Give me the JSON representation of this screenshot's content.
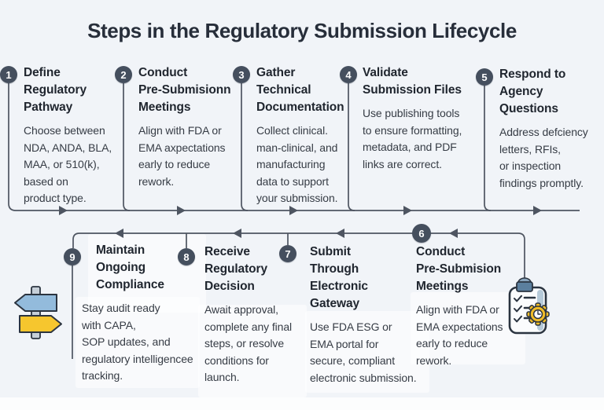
{
  "title": "Steps in the Regulatory Submission Lifecycle",
  "steps": [
    {
      "num": "1",
      "title": "Define\nRegulatory\nPathway",
      "desc": "Choose between\nNDA, ANDA, BLA,\nMAA, or 510(k),\nbased on\nproduct type."
    },
    {
      "num": "2",
      "title": "Conduct\nPre-Submisionn\nMeetings",
      "desc": "Align with FDA or\nEMA axpectations\nearly to reduce\nrework."
    },
    {
      "num": "3",
      "title": "Gather\nTechnical\nDocumentation",
      "desc": "Collect clinical.\nman-clinical, and\nmanufacturing\ndata to support\nyour submission."
    },
    {
      "num": "4",
      "title": "Validate\nSubmission Files",
      "desc": "Use publishing tools\nto ensure formatting,\nmetadata, and PDF\nlinks are correct."
    },
    {
      "num": "5",
      "title": "Respond to\nAgency\nQuestions",
      "desc": "Address defciency\nletters, RFIs,\nor inspection\nfindings promptly."
    },
    {
      "num": "6",
      "title": "Conduct\nPre-Submision\nMeetings",
      "desc": "Align with FDA or\nEMA expectations\nearly to reduce\nrework."
    },
    {
      "num": "7",
      "title": "Submit\nThrough\nElectronic\nGateway",
      "desc": "Use FDA ESG or\nEMA portal for\nsecure, compliant\nelectronic submission."
    },
    {
      "num": "8",
      "title": "Receive\nRegulatory\nDecision",
      "desc": "Await approval,\ncomplete any final\nsteps, or resolve\nconditions for\nlaunch."
    },
    {
      "num": "9",
      "title": "Maintain\nOngoing\nCompliance",
      "desc": "Stay audit ready\nwith CAPA,\nSOP updates, and\nregulatory intelligencee\ntracking."
    }
  ],
  "icons": {
    "left": "signpost-directions-icon",
    "right": "clipboard-checklist-gear-icon"
  },
  "colors": {
    "background": "#f1f4f8",
    "line": "#4e5561",
    "badge": "#454f5e",
    "title_text": "#272e3a",
    "heading_text": "#20262f",
    "body_text": "#363c45",
    "sign_blue": "#93bbdc",
    "sign_yellow": "#f6c62e",
    "gear_yellow": "#f0bc28",
    "clipboard_shade": "#b6cad9"
  }
}
